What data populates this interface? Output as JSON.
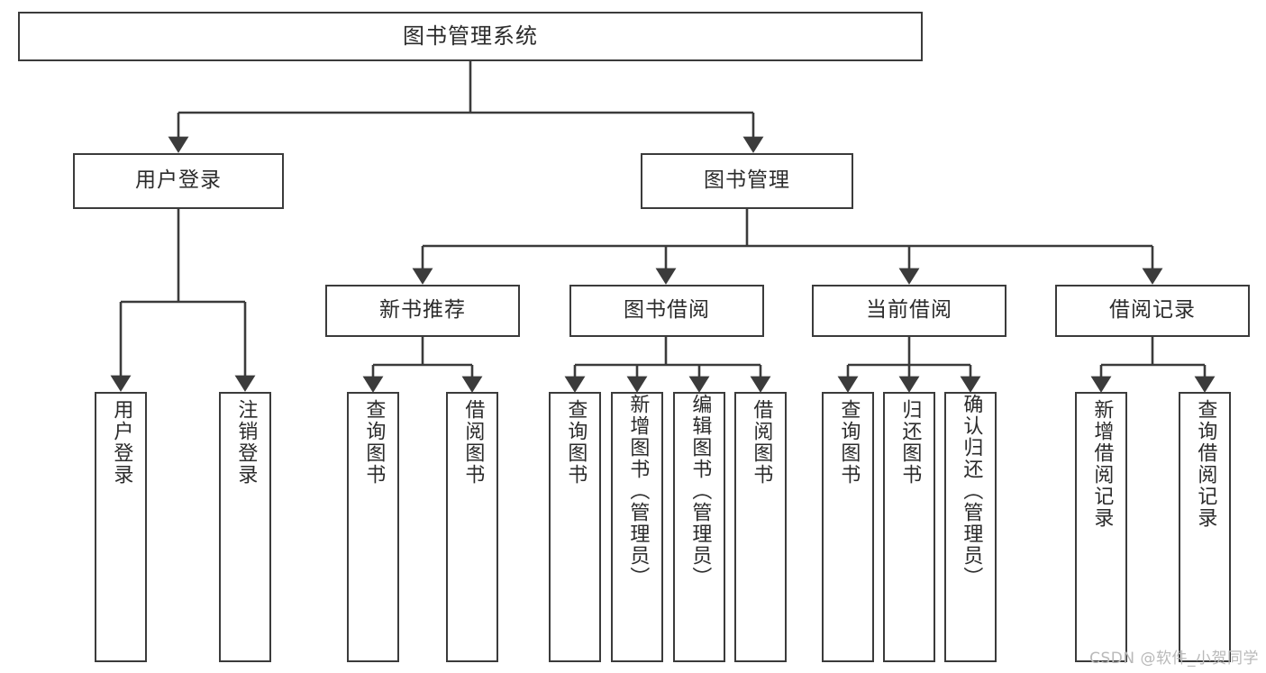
{
  "diagram": {
    "title": "图书管理系统",
    "watermark": "CSDN @软件_小贺同学",
    "line_color": "#3b3b3b",
    "text_color": "#2b2b2b",
    "background": "#ffffff",
    "nodes": {
      "root": "图书管理系统",
      "level2": [
        "用户登录",
        "图书管理"
      ],
      "level3": [
        "新书推荐",
        "图书借阅",
        "当前借阅",
        "借阅记录"
      ],
      "leaves_login": [
        "用户登录",
        "注销登录"
      ],
      "leaves_newbook": [
        "查询图书",
        "借阅图书"
      ],
      "leaves_borrow": [
        "查询图书",
        "新增图书（管理员）",
        "编辑图书（管理员）",
        "借阅图书"
      ],
      "leaves_current": [
        "查询图书",
        "归还图书",
        "确认归还（管理员）"
      ],
      "leaves_record": [
        "新增借阅记录",
        "查询借阅记录"
      ]
    }
  }
}
